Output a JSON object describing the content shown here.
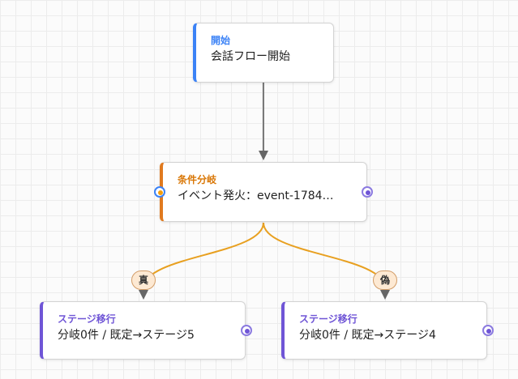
{
  "nodes": {
    "start": {
      "type_label": "開始",
      "label": "会話フロー開始"
    },
    "branch": {
      "type_label": "条件分岐",
      "label": "イベント発火：event-1784…"
    },
    "stage5": {
      "type_label": "ステージ移行",
      "label": "分岐0件 / 既定→ステージ5"
    },
    "stage4": {
      "type_label": "ステージ移行",
      "label": "分岐0件 / 既定→ステージ4"
    }
  },
  "edges": {
    "true_label": "真",
    "false_label": "偽"
  },
  "colors": {
    "start_accent": "#3b82f6",
    "branch_accent": "#e07a1f",
    "stage_accent": "#6f55d6",
    "branch_edge": "#e8a020",
    "default_edge": "#7a7a7a"
  }
}
